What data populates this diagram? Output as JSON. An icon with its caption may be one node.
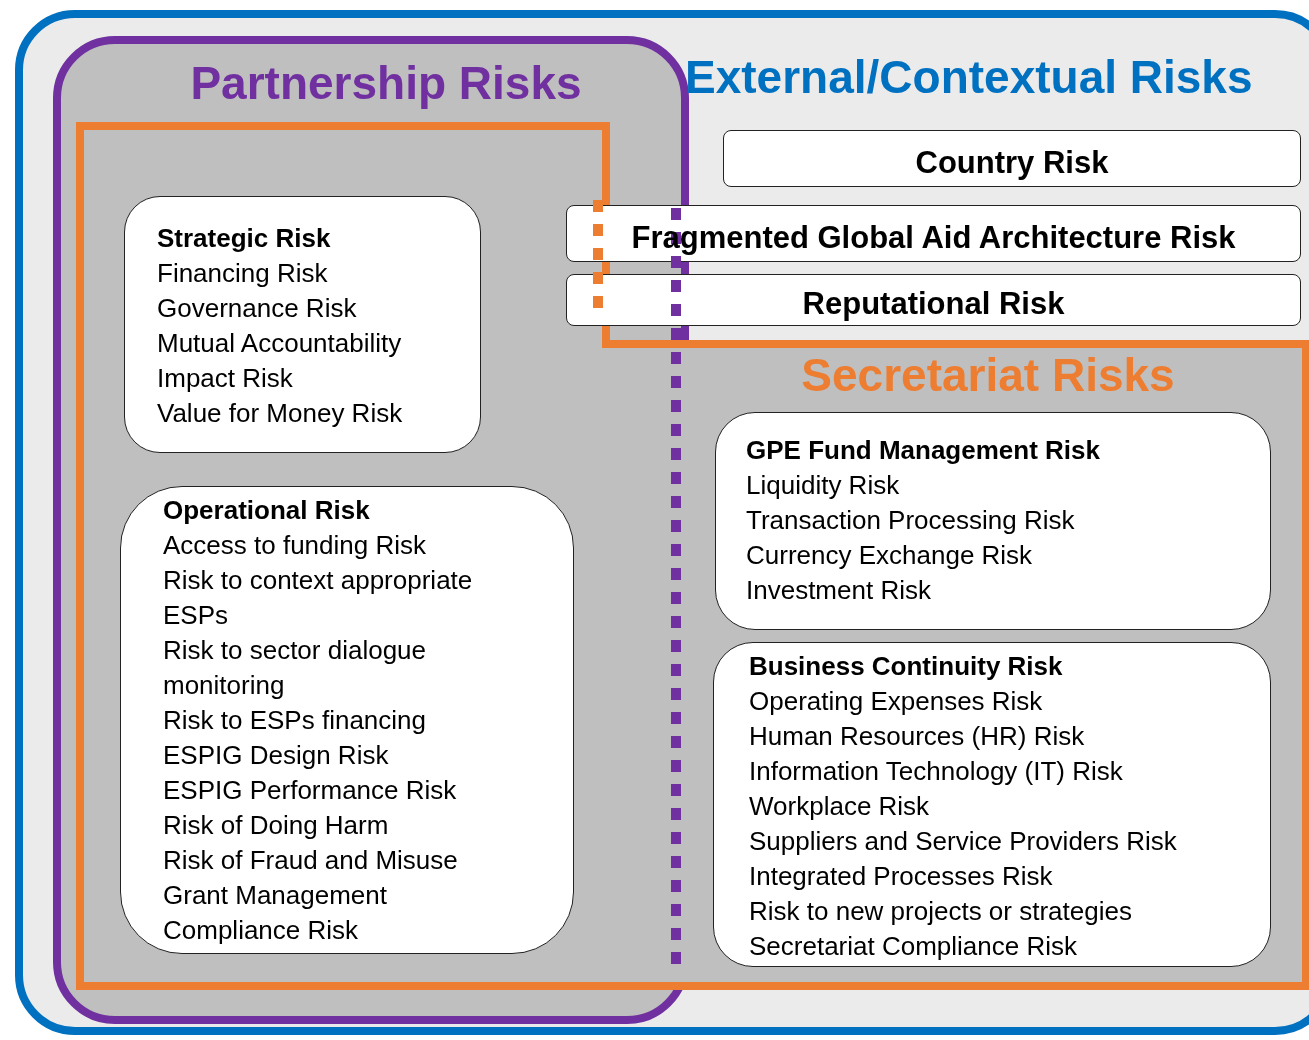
{
  "diagram": {
    "nodes": [
      {
        "text": [
          "External/Contextual Risks"
        ]
      },
      {
        "text": [
          "Partnership Risks"
        ],
        "in": 0
      },
      {
        "text": [
          "Secretariat Risks"
        ],
        "in": 0
      },
      {
        "text": [
          "Country Risk"
        ],
        "in": 0
      },
      {
        "text": [
          "Fragmented Global Aid Architecture Risk"
        ],
        "in": 0
      },
      {
        "text": [
          "Reputational Risk"
        ],
        "in": 0
      },
      {
        "text": [
          "Strategic Risk",
          "Financing Risk",
          "Governance Risk",
          "Mutual Accountability",
          "Impact Risk",
          "Value for Money Risk"
        ],
        "in": 1
      },
      {
        "text": [
          "Operational Risk",
          "Access to funding Risk",
          "Risk to context appropriate ESPs",
          "Risk to sector dialogue monitoring",
          "Risk to ESPs financing",
          "ESPIG Design Risk",
          "ESPIG Performance Risk",
          "Risk of Doing Harm",
          "Risk of Fraud and Misuse",
          "Grant Management Compliance Risk"
        ],
        "in": 1
      },
      {
        "text": [
          "GPE Fund Management Risk",
          "Liquidity Risk",
          "Transaction Processing Risk",
          "Currency Exchange Risk",
          "Investment Risk"
        ],
        "in": 2
      },
      {
        "text": [
          "Business Continuity Risk",
          "Operating Expenses Risk",
          "Human Resources (HR) Risk",
          "Information Technology (IT) Risk",
          "Workplace Risk",
          "Suppliers and Service Providers Risk",
          "Integrated Processes Risk",
          "Risk to new projects or strategies",
          "Secretariat Compliance Risk"
        ],
        "in": 2
      }
    ]
  }
}
